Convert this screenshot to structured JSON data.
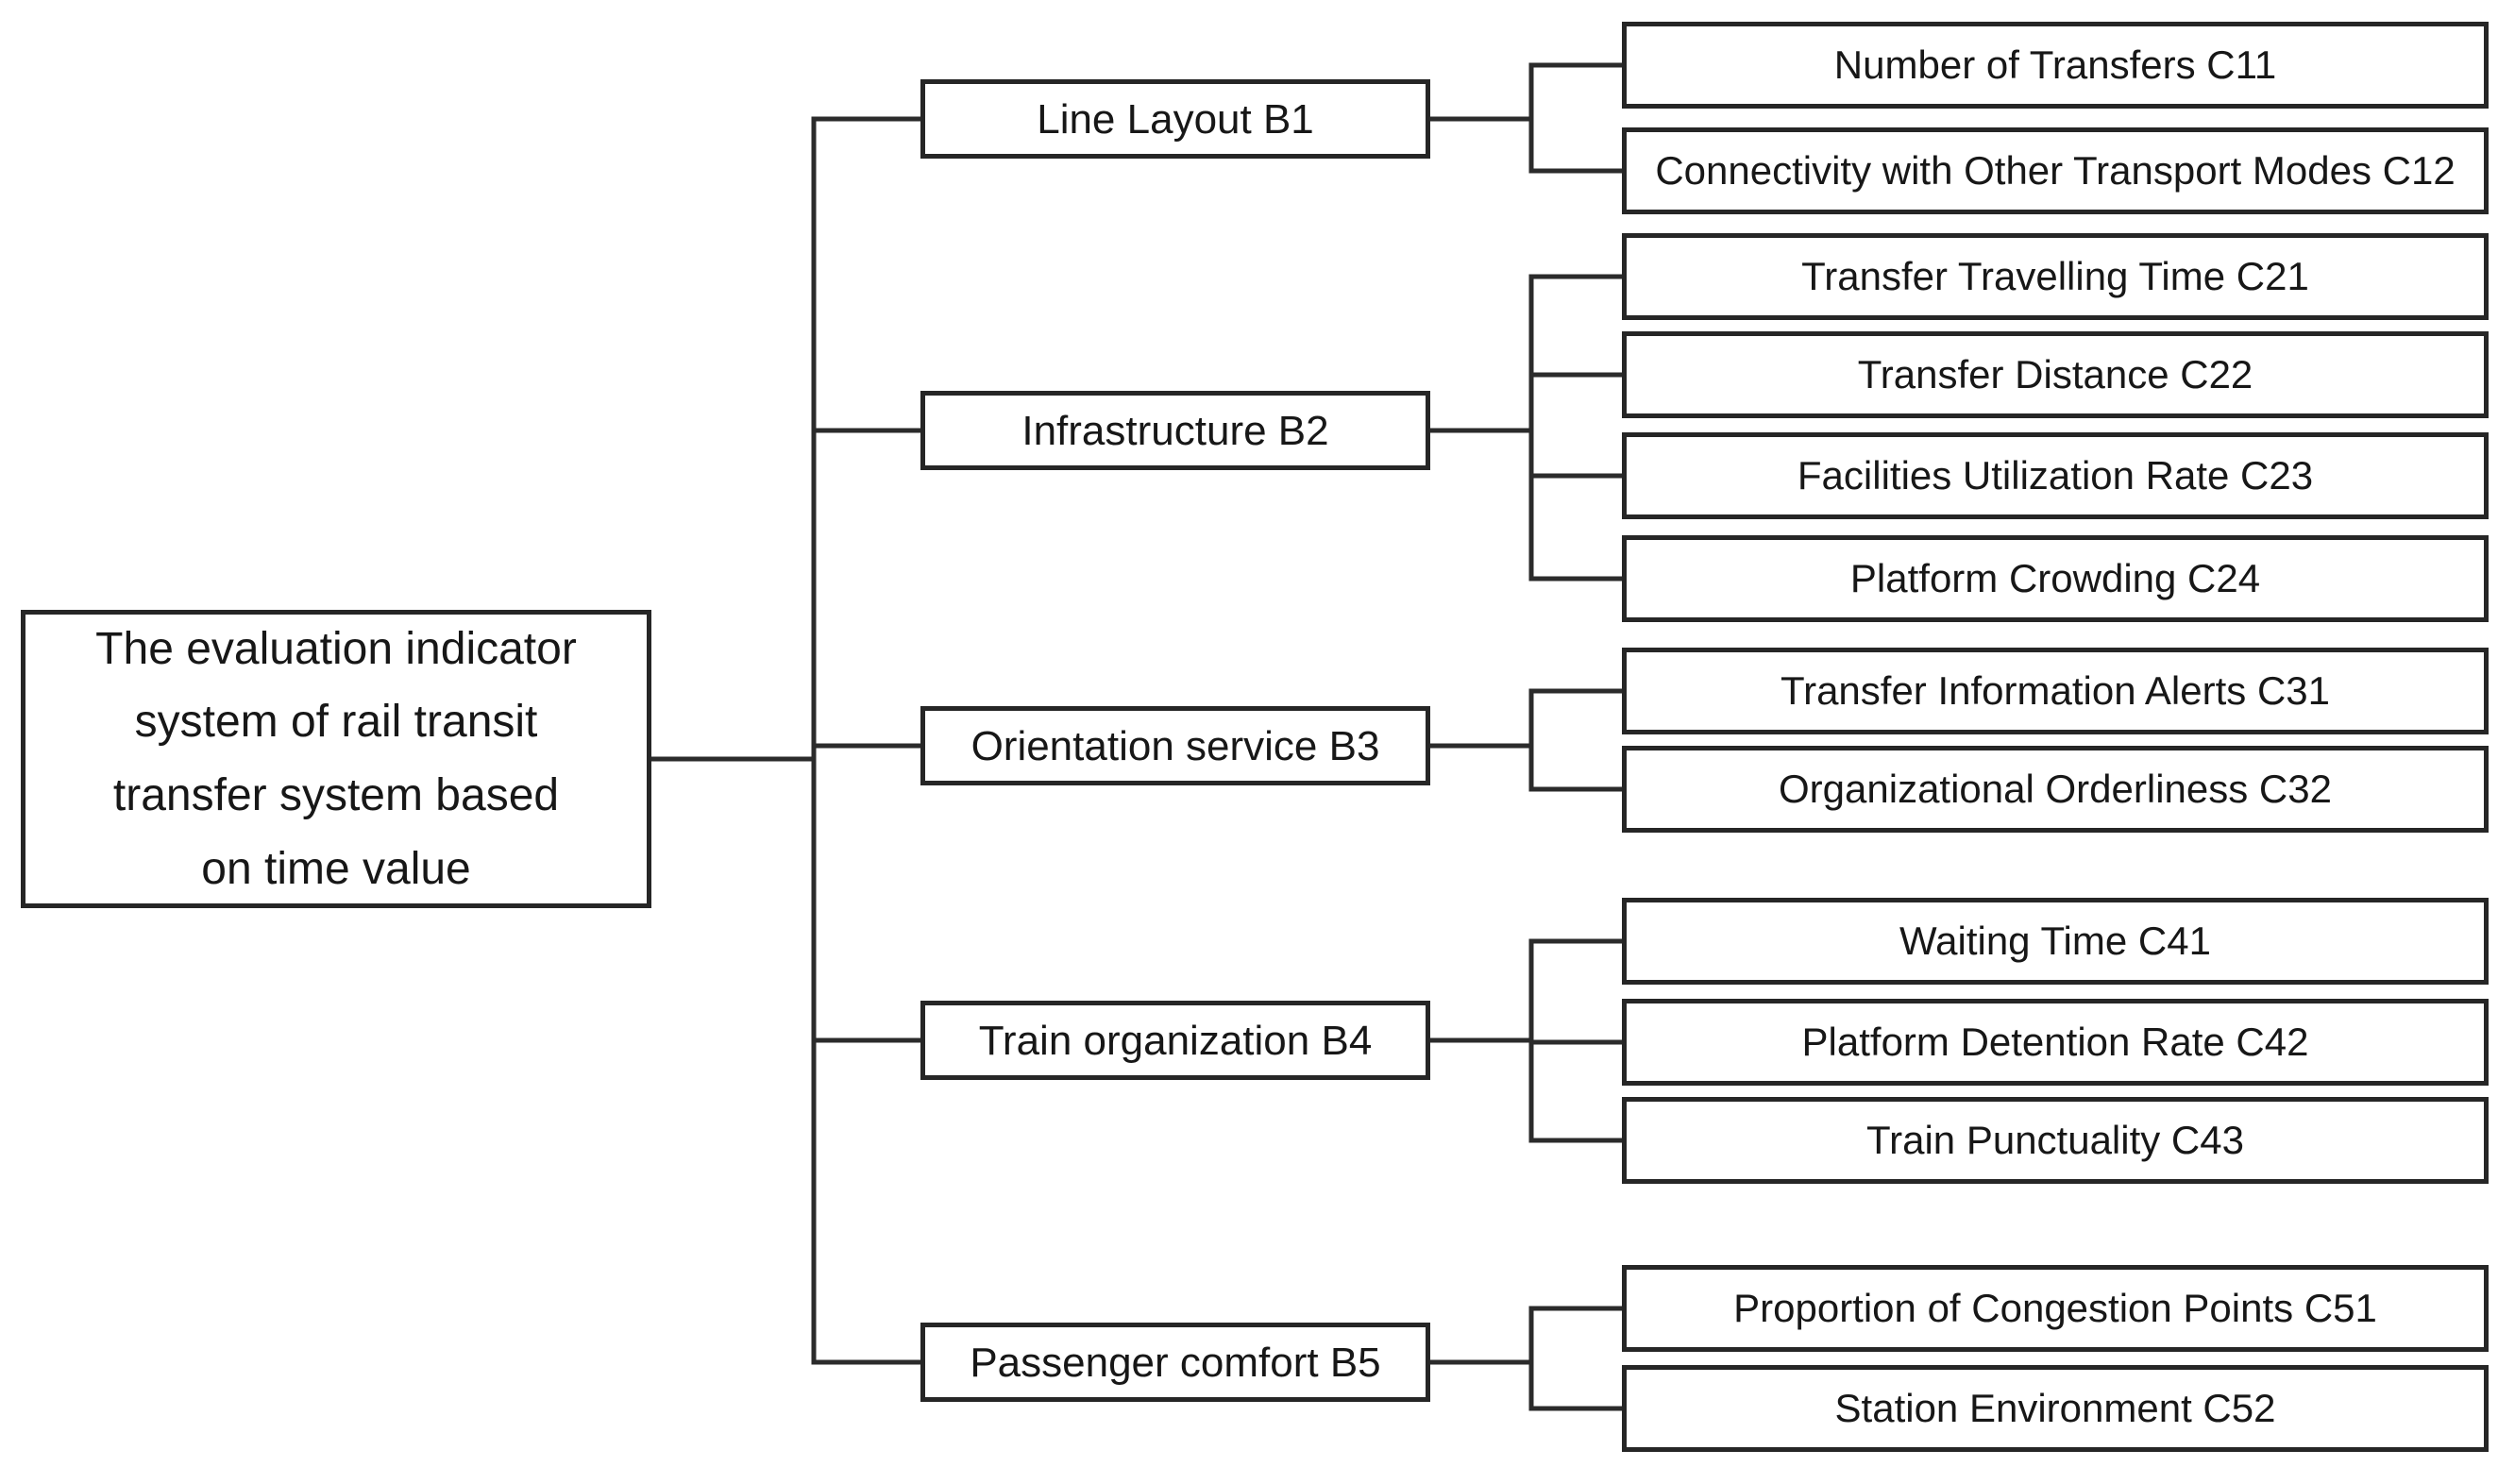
{
  "diagram": {
    "root": {
      "label": "The evaluation indicator system of rail transit transfer system based on time value",
      "lines": [
        "The evaluation indicator",
        "system of rail transit",
        "transfer system based",
        "on time value"
      ]
    },
    "branches": [
      {
        "label": "Line Layout B1",
        "children": [
          {
            "label": "Number of Transfers C11"
          },
          {
            "label": "Connectivity with Other Transport Modes C12"
          }
        ]
      },
      {
        "label": "Infrastructure B2",
        "children": [
          {
            "label": "Transfer Travelling Time C21"
          },
          {
            "label": "Transfer Distance C22"
          },
          {
            "label": "Facilities Utilization Rate C23"
          },
          {
            "label": "Platform Crowding C24"
          }
        ]
      },
      {
        "label": "Orientation service B3",
        "children": [
          {
            "label": "Transfer Information Alerts C31"
          },
          {
            "label": "Organizational Orderliness C32"
          }
        ]
      },
      {
        "label": "Train organization B4",
        "children": [
          {
            "label": "Waiting Time C41"
          },
          {
            "label": "Platform Detention Rate C42"
          },
          {
            "label": "Train Punctuality C43"
          }
        ]
      },
      {
        "label": "Passenger comfort B5",
        "children": [
          {
            "label": "Proportion of Congestion Points C51"
          },
          {
            "label": "Station Environment C52"
          }
        ]
      }
    ],
    "colors": {
      "line": "#2b2b2b",
      "border": "#262626",
      "text": "#171717",
      "background": "#ffffff"
    }
  }
}
